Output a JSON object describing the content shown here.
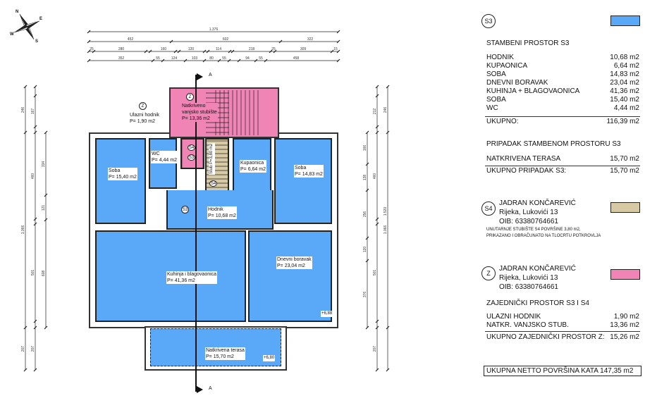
{
  "compass": {
    "labels": [
      "N",
      "E",
      "W",
      "S"
    ]
  },
  "section": {
    "label": "A"
  },
  "dimensions": {
    "top_row1": [
      "1.376"
    ],
    "top_row2": [
      "452",
      "602",
      "322"
    ],
    "top_row3": [
      "25",
      "280",
      "160",
      "120",
      "114",
      "218",
      "25",
      "309",
      "15"
    ],
    "top_row4": [
      "352",
      "55",
      "124",
      "103",
      "80",
      "55",
      "94",
      "55",
      "458"
    ],
    "left_col1": [
      "246",
      "1.066",
      "207"
    ],
    "left_col2": [
      "167",
      "460",
      "501",
      "207"
    ],
    "left_col3": [
      "334",
      "121",
      "608"
    ],
    "right_col1": [
      "166",
      "138",
      "256",
      "120",
      "376"
    ],
    "right_col2": [
      "212",
      "460",
      "501",
      "207"
    ],
    "right_col3": [
      "246",
      "1.066",
      "1.520"
    ]
  },
  "plan": {
    "rooms": [
      {
        "name": "Soba",
        "area": "P= 15,40 m2"
      },
      {
        "name": "WC",
        "area": "P= 4,44 m2"
      },
      {
        "name": "Kupaonica",
        "area": "P= 6,64 m2"
      },
      {
        "name": "Soba",
        "area": "P= 14,83 m2"
      },
      {
        "name": "Hodnik",
        "area": "P= 10,68 m2"
      },
      {
        "name": "Kuhinja i blagovaonica",
        "area": "P= 41,36 m2"
      },
      {
        "name": "Dnevni boravak",
        "area": "P= 23,04 m2"
      },
      {
        "name": "Natkrivena terasa",
        "area": "P= 15,70 m2"
      }
    ],
    "entrance": {
      "name": "Ulazni hodnik",
      "area": "P= 1,90 m2"
    },
    "ext_stair": {
      "name1": "Natkriveno",
      "name2": "vanjsko stubište",
      "area": "P= 13,36 m2"
    },
    "int_stair": {
      "name": "Stub",
      "area": "P=3,80 m2"
    },
    "tags": {
      "s3": "S3",
      "s4": "S4",
      "z": "Z"
    },
    "levels": [
      "+6,88",
      "+6,80"
    ]
  },
  "legend": {
    "colors": {
      "s3": "#5aa8f8",
      "s4": "#d6c9a3",
      "z": "#f085b5"
    },
    "s3": {
      "tag": "S3",
      "title": "STAMBENI PROSTOR S3",
      "rows": [
        {
          "label": "HODNIK",
          "value": "10,68 m2"
        },
        {
          "label": "KUPAONICA",
          "value": "6,64 m2"
        },
        {
          "label": "SOBA",
          "value": "14,83 m2"
        },
        {
          "label": "DNEVNI BORAVAK",
          "value": "23,04 m2"
        },
        {
          "label": "KUHINJA + BLAGOVAONICA",
          "value": "41,36 m2"
        },
        {
          "label": "SOBA",
          "value": "15,40 m2"
        },
        {
          "label": "WC",
          "value": "4,44 m2"
        }
      ],
      "total_label": "UKUPNO:",
      "total_value": "116,39 m2",
      "annex_title": "PRIPADAK STAMBENOM PROSTORU S3",
      "annex_label": "NATKRIVENA TERASA",
      "annex_value": "15,70 m2",
      "annex_total_label": "UKUPNO PRIPADAK S3:",
      "annex_total_value": "15,70 m2"
    },
    "s4": {
      "tag": "S4",
      "owner": "JADRAN KONČAREVIĆ",
      "address": "Rijeka, Lukovići 13",
      "oib": "OIB: 63380764661",
      "note1": "UNUTARNJE STUBIŠTE  S4  POVRŠINE 3,80 m2,",
      "note2": "PRIKAZANO I OBRAČUNATO NA TLOCRTU POTKROVLJA"
    },
    "z": {
      "tag": "Z",
      "owner": "JADRAN KONČAREVIĆ",
      "address": "Rijeka, Lukovići 13",
      "oib": "OIB: 63380764661",
      "title": "ZAJEDNIČKI PROSTOR S3 I S4",
      "rows": [
        {
          "label": "ULAZNI HODNIK",
          "value": "1,90 m2"
        },
        {
          "label": "NATKR. VANJSKO STUB.",
          "value": "13,36 m2"
        }
      ],
      "total_label": "UKUPNO ZAJEDNIČKI PROSTOR Z:",
      "total_value": "15,26 m2"
    },
    "grand_total": "UKUPNA NETTO POVRŠINA KATA  147,35 m2"
  }
}
